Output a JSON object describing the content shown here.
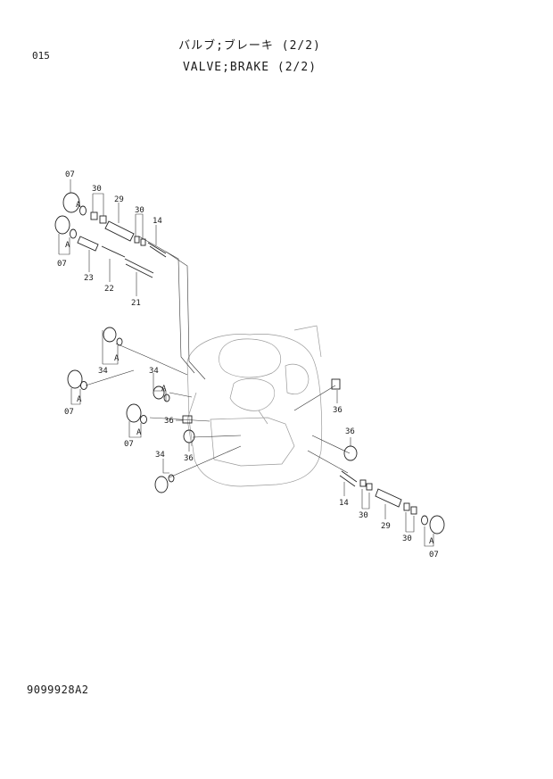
{
  "header": {
    "page_code": "015",
    "title_jp": "バルブ;ブレーキ (2/2)",
    "title_en": "VALVE;BRAKE (2/2)"
  },
  "footer": {
    "doc_id": "9099928A2"
  },
  "callouts": {
    "p07": "07",
    "p14": "14",
    "p21": "21",
    "p22": "22",
    "p23": "23",
    "p29": "29",
    "p30": "30",
    "p34": "34",
    "p36": "36",
    "pA": "A"
  }
}
